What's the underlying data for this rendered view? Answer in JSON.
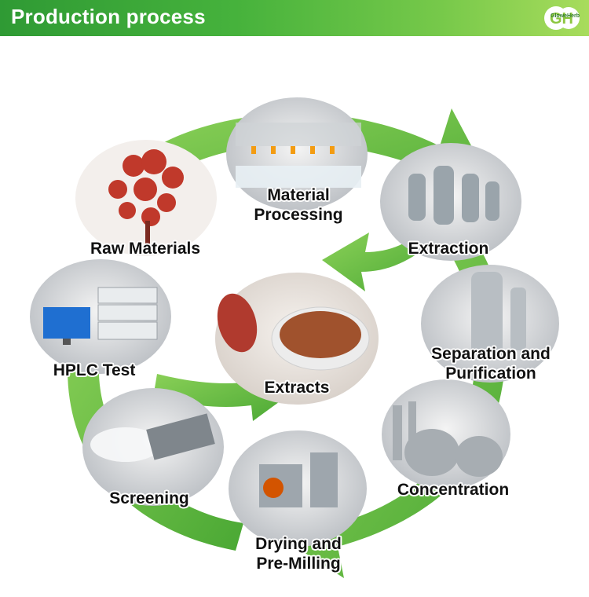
{
  "header": {
    "title": "Production process",
    "brand": "GloweHerb",
    "logo_text": "GH"
  },
  "colors": {
    "header_green": "#2f9a34",
    "arrow_green": "#5cb93a",
    "arrow_light": "#8fd35a"
  },
  "steps": [
    {
      "id": "raw-materials",
      "label": "Raw Materials"
    },
    {
      "id": "material-processing",
      "label": "Material\nProcessing"
    },
    {
      "id": "extraction",
      "label": "Extraction"
    },
    {
      "id": "separation-purification",
      "label": "Separation and\nPurification"
    },
    {
      "id": "concentration",
      "label": "Concentration"
    },
    {
      "id": "drying-pre-milling",
      "label": "Drying and\nPre-Milling"
    },
    {
      "id": "screening",
      "label": "Screening"
    },
    {
      "id": "hplc-test",
      "label": "HPLC Test"
    },
    {
      "id": "extracts",
      "label": "Extracts"
    }
  ]
}
